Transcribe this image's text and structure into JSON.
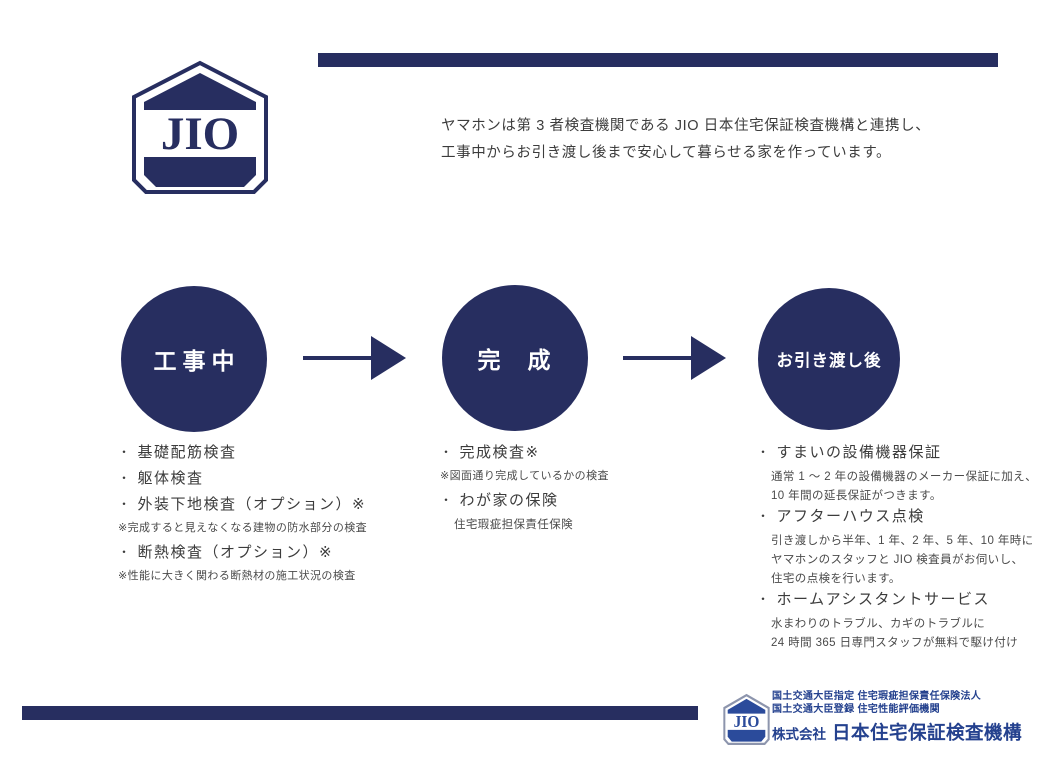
{
  "colors": {
    "navy": "#272e60",
    "footer_blue": "#24418e",
    "text": "#3c3c3c"
  },
  "header": {
    "logo_text": "JIO",
    "intro_line1": "ヤマホンは第 3 者検査機関である JIO 日本住宅保証検査機構と連携し、",
    "intro_line2": "工事中からお引き渡し後まで安心して暮らせる家を作っています。"
  },
  "flow": {
    "steps": [
      {
        "label": "工事中"
      },
      {
        "label": "完　成"
      },
      {
        "label": "お引き渡し後"
      }
    ]
  },
  "lists": {
    "bullet_char": "・",
    "columns": [
      {
        "entries": [
          {
            "type": "item",
            "text": "基礎配筋検査"
          },
          {
            "type": "item",
            "text": "躯体検査"
          },
          {
            "type": "item",
            "text": "外装下地検査（オプション）※"
          },
          {
            "type": "note",
            "text": "※完成すると見えなくなる建物の防水部分の検査"
          },
          {
            "type": "item",
            "text": "断熱検査（オプション）※"
          },
          {
            "type": "note",
            "text": "※性能に大きく関わる断熱材の施工状況の検査"
          }
        ]
      },
      {
        "entries": [
          {
            "type": "item",
            "text": "完成検査※"
          },
          {
            "type": "note",
            "text": "※図面通り完成しているかの検査"
          },
          {
            "type": "item",
            "text": "わが家の保険"
          },
          {
            "type": "sub",
            "text": "住宅瑕疵担保責任保険"
          }
        ]
      },
      {
        "entries": [
          {
            "type": "item",
            "text": "すまいの設備機器保証"
          },
          {
            "type": "sub",
            "text": "通常 1 〜 2 年の設備機器のメーカー保証に加え、"
          },
          {
            "type": "sub",
            "text": "10 年間の延長保証がつきます。"
          },
          {
            "type": "item",
            "text": "アフターハウス点検"
          },
          {
            "type": "sub",
            "text": "引き渡しから半年、1 年、2 年、5 年、10 年時に"
          },
          {
            "type": "sub",
            "text": "ヤマホンのスタッフと JIO 検査員がお伺いし、"
          },
          {
            "type": "sub",
            "text": "住宅の点検を行います。"
          },
          {
            "type": "item",
            "text": "ホームアシスタントサービス"
          },
          {
            "type": "sub",
            "text": "水まわりのトラブル、カギのトラブルに"
          },
          {
            "type": "sub",
            "text": "24 時間 365 日専門スタッフが無料で駆け付け"
          }
        ]
      }
    ]
  },
  "footer": {
    "logo_text": "JIO",
    "line1": "国土交通大臣指定 住宅瑕疵担保責任保険法人",
    "line2": "国土交通大臣登録 住宅性能評価機関",
    "company_prefix": "株式会社",
    "company_name": "日本住宅保証検査機構"
  }
}
